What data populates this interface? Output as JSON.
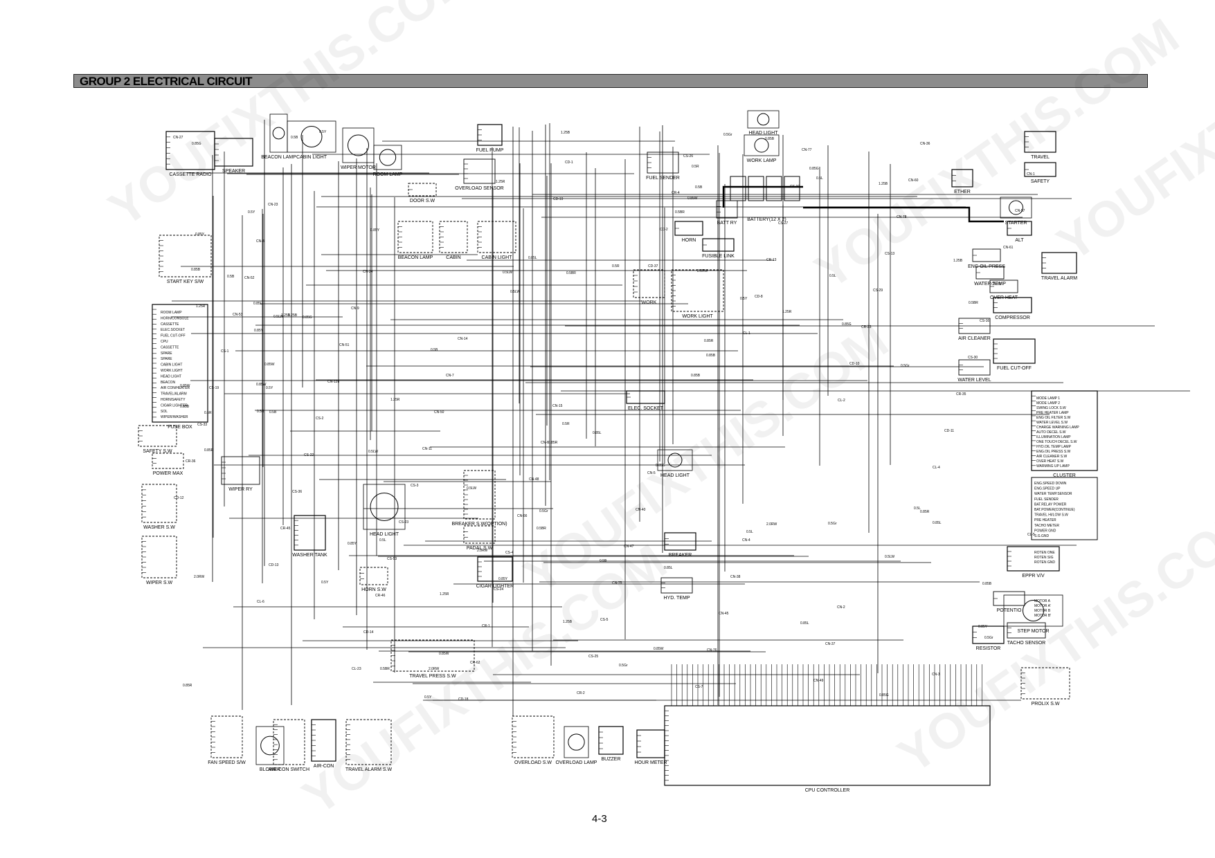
{
  "header": {
    "title": "GROUP 2 ELECTRICAL CIRCUIT"
  },
  "page": {
    "number": "4-3"
  },
  "watermark": "YOUFIXTHIS.COM",
  "components": [
    {
      "id": "cassette-radio",
      "label": "CASSETTE RADIO",
      "kind": "module"
    },
    {
      "id": "speaker",
      "label": "SPEAKER",
      "kind": "module"
    },
    {
      "id": "beacon-lamp-top",
      "label": "BEACON LAMP",
      "kind": "lamp"
    },
    {
      "id": "cabin-light-top",
      "label": "CABIN LIGHT",
      "kind": "lamp"
    },
    {
      "id": "wiper-motor",
      "label": "WIPER MOTOR",
      "kind": "motor"
    },
    {
      "id": "room-lamp",
      "label": "ROOM LAMP",
      "kind": "lamp"
    },
    {
      "id": "door-sw",
      "label": "DOOR S.W",
      "kind": "switch"
    },
    {
      "id": "fuel-pump",
      "label": "FUEL PUMP",
      "kind": "module"
    },
    {
      "id": "overload-sensor",
      "label": "OVERLOAD SENSOR",
      "kind": "sensor"
    },
    {
      "id": "fuel-sender",
      "label": "FUEL SENDER",
      "kind": "sensor"
    },
    {
      "id": "head-light-top",
      "label": "HEAD LIGHT",
      "kind": "lamp"
    },
    {
      "id": "work-lamp",
      "label": "WORK LAMP",
      "kind": "lamp"
    },
    {
      "id": "battery",
      "label": "BATTERY(12 X 2)",
      "kind": "battery"
    },
    {
      "id": "batt-ry",
      "label": "BATT RY",
      "kind": "relay"
    },
    {
      "id": "horn-top",
      "label": "HORN",
      "kind": "module"
    },
    {
      "id": "fusible-link",
      "label": "FUSIBLE LINK",
      "kind": "module"
    },
    {
      "id": "start-key",
      "label": "START KEY S/W",
      "kind": "switch"
    },
    {
      "id": "fuse-box",
      "label": "FUSE BOX",
      "kind": "module"
    },
    {
      "id": "beacon-lamp-sw",
      "label": "BEACON LAMP",
      "kind": "switch"
    },
    {
      "id": "cabin-sw",
      "label": "CABIN",
      "kind": "switch"
    },
    {
      "id": "cabin-light-sw",
      "label": "CABIN LIGHT",
      "kind": "switch"
    },
    {
      "id": "work-sw",
      "label": "WORK",
      "kind": "switch"
    },
    {
      "id": "work-light-sw",
      "label": "WORK LIGHT",
      "kind": "switch"
    },
    {
      "id": "starter",
      "label": "STARTER",
      "kind": "motor"
    },
    {
      "id": "alt",
      "label": "ALT",
      "kind": "module"
    },
    {
      "id": "travel",
      "label": "TRAVEL",
      "kind": "module"
    },
    {
      "id": "safety",
      "label": "SAFETY",
      "kind": "module"
    },
    {
      "id": "ether",
      "label": "ETHER",
      "kind": "module"
    },
    {
      "id": "eng-oil-press",
      "label": "ENG OIL PRESS",
      "kind": "sensor"
    },
    {
      "id": "water-temp",
      "label": "WATER TEMP",
      "kind": "sensor"
    },
    {
      "id": "over-heat",
      "label": "OVER HEAT",
      "kind": "sensor"
    },
    {
      "id": "travel-alarm",
      "label": "TRAVEL ALARM",
      "kind": "module"
    },
    {
      "id": "compressor",
      "label": "COMPRESSOR",
      "kind": "module"
    },
    {
      "id": "air-cleaner",
      "label": "AIR CLEANER",
      "kind": "sensor"
    },
    {
      "id": "fuel-cut-off",
      "label": "FUEL CUT-OFF",
      "kind": "module"
    },
    {
      "id": "water-level",
      "label": "WATER LEVEL",
      "kind": "sensor"
    },
    {
      "id": "elec-socket",
      "label": "ELEC. SOCKET",
      "kind": "module"
    },
    {
      "id": "safety-sw",
      "label": "SAFETY S.W",
      "kind": "switch"
    },
    {
      "id": "power-max",
      "label": "POWER MAX",
      "kind": "switch"
    },
    {
      "id": "wiper-ry",
      "label": "WIPER RY",
      "kind": "relay"
    },
    {
      "id": "washer-sw",
      "label": "WASHER S.W",
      "kind": "switch"
    },
    {
      "id": "wiper-sw",
      "label": "WIPER S.W",
      "kind": "switch"
    },
    {
      "id": "washer-tank",
      "label": "WASHER TANK",
      "kind": "module"
    },
    {
      "id": "head-light-mid",
      "label": "HEAD LIGHT",
      "kind": "lamp"
    },
    {
      "id": "horn-sw",
      "label": "HORN S.W",
      "kind": "switch"
    },
    {
      "id": "breaker-sw",
      "label": "BREAKER S.W(OPTION)",
      "kind": "switch"
    },
    {
      "id": "padal-sw",
      "label": "PADAL S.W",
      "kind": "switch"
    },
    {
      "id": "cigar-lighter",
      "label": "CIGAR LIGHTER",
      "kind": "module"
    },
    {
      "id": "head-light-right",
      "label": "HEAD LIGHT",
      "kind": "lamp"
    },
    {
      "id": "breaker",
      "label": "BREAKER",
      "kind": "module"
    },
    {
      "id": "hyd-temp",
      "label": "HYD. TEMP",
      "kind": "sensor"
    },
    {
      "id": "cluster",
      "label": "CLUSTER",
      "kind": "module"
    },
    {
      "id": "eppr-vv",
      "label": "EPPR V/V",
      "kind": "module"
    },
    {
      "id": "potentio",
      "label": "POTENTIO",
      "kind": "sensor"
    },
    {
      "id": "step-motor",
      "label": "STEP MOTOR",
      "kind": "motor"
    },
    {
      "id": "tacho-sensor",
      "label": "TACHO SENSOR",
      "kind": "sensor"
    },
    {
      "id": "resistor",
      "label": "RESISTOR",
      "kind": "module"
    },
    {
      "id": "prolix-sw",
      "label": "PROLIX S.W",
      "kind": "switch"
    },
    {
      "id": "travel-press-sw",
      "label": "TRAVEL PRESS S.W",
      "kind": "switch"
    },
    {
      "id": "fan-speed-sw",
      "label": "FAN SPEED S/W",
      "kind": "switch"
    },
    {
      "id": "blower",
      "label": "BLOWER",
      "kind": "motor"
    },
    {
      "id": "air-con-switch",
      "label": "AIR-CON SWITCH",
      "kind": "switch"
    },
    {
      "id": "air-con",
      "label": "AIR-CON",
      "kind": "module"
    },
    {
      "id": "travel-alarm-sw",
      "label": "TRAVEL ALARM S.W",
      "kind": "switch"
    },
    {
      "id": "overload-sw",
      "label": "OVERLOAD S.W",
      "kind": "switch"
    },
    {
      "id": "overload-lamp",
      "label": "OVERLOAD LAMP",
      "kind": "lamp"
    },
    {
      "id": "buzzer",
      "label": "BUZZER",
      "kind": "module"
    },
    {
      "id": "hour-meter",
      "label": "HOUR METER",
      "kind": "module"
    },
    {
      "id": "cpu-controller",
      "label": "CPU CONTROLLER",
      "kind": "module"
    }
  ],
  "connectors": [
    "CN-27",
    "CN-23",
    "CN-24",
    "CN-14",
    "CN-15",
    "CN-5",
    "CN-4",
    "CN-2",
    "CN-3",
    "CN-1",
    "CN-8",
    "CN-9",
    "CN-7",
    "CN-6",
    "CN-40",
    "CN-38",
    "CN-37",
    "CN-36",
    "CN-57",
    "CN-52",
    "CN-51",
    "CN-50",
    "CN-48",
    "CN-47",
    "CN-45",
    "CN-49",
    "CN-60",
    "CN-61",
    "CN-53",
    "CN-126",
    "CN-11",
    "CN-66",
    "CN-75",
    "CN-76",
    "CN-77",
    "CN-78",
    "CN-79",
    "CS-1",
    "CS-2",
    "CS-3",
    "CS-4",
    "CS-5",
    "CS-7",
    "CS-10",
    "CS-13",
    "CS-16",
    "CS-19",
    "CS-22",
    "CS-23",
    "CS-24",
    "CS-25",
    "CS-26",
    "CS-27",
    "CS-29",
    "CS-30",
    "CS-33",
    "CS-36",
    "CS-53",
    "CR-1",
    "CR-2",
    "CR-4",
    "CR-13",
    "CR-23",
    "CR-35",
    "CR-36",
    "CR-45",
    "CR-46",
    "CR-62",
    "CD-1",
    "CD-2",
    "CD-8",
    "CD-10",
    "CD-11",
    "CD-12",
    "CD-13",
    "CD-14",
    "CD-18",
    "CD-19",
    "CD-37",
    "CL-1",
    "CL-2",
    "CL-4",
    "CL-5",
    "CL-6",
    "CL-23"
  ],
  "wire_labels": [
    "0.85B",
    "1.25B",
    "0.5B",
    "0.85L",
    "0.5Gr",
    "0.85Y",
    "0.5Y",
    "0.85G",
    "0.5LW",
    "0.85W",
    "1.25R",
    "0.5R",
    "0.85R",
    "2.0RW",
    "0.5BR",
    "0.5L"
  ],
  "fuse_box_items": [
    "ROOM LAMP",
    "HORN/CONSOLE",
    "CASSETTE",
    "ELEC.SOCKET",
    "FUEL CUT-OFF",
    "CPU",
    "CASSETTE",
    "SPARE",
    "SPARE",
    "CABIN LIGHT",
    "WORK LIGHT",
    "HEAD LIGHT",
    "BEACON",
    "AIR CON/HEATER",
    "TRAVEL/ALARM",
    "HORN/SAFETY",
    "CIGAR LIGHTER",
    "SOL",
    "WIPER/WASHER"
  ],
  "cluster_items": [
    "MODE LAMP 1",
    "MODE LAMP 2",
    "SWING LOCK S.W",
    "PRE HEATER LAMP",
    "ENG OIL FILTER S.W",
    "WATER LEVEL S.W",
    "CHARGE WARNING LAMP",
    "AUTO DECEL S.W",
    "ILLUMINATION LAMP",
    "ONE TOUCH DECEL S.W",
    "HYD.OIL TEMP LAMP",
    "ENG.OIL PRESS S.W",
    "AIR CLEANER S.W",
    "OVER HEAT S.W",
    "WARMING UP LAMP"
  ],
  "cpu_items": [
    "ENG.SPEED DOWN",
    "ENG.SPEED UP",
    "WATER TEMP.SENSOR",
    "FUEL SENDER",
    "BAT.RELAY POWER",
    "BAT.POWER(CONTINUE)",
    "TRAVEL HI/LOW S.W",
    "PRE HEATER",
    "TACHO METER",
    "POWER GND",
    "S.G.GND"
  ],
  "eppr_items": [
    "ROTEN ONE",
    "ROTEN SIG",
    "ROTEN GND"
  ],
  "step_motor_items": [
    "MOTOR A",
    "MOTOR A'",
    "MOTOR B",
    "MOTOR B'"
  ]
}
